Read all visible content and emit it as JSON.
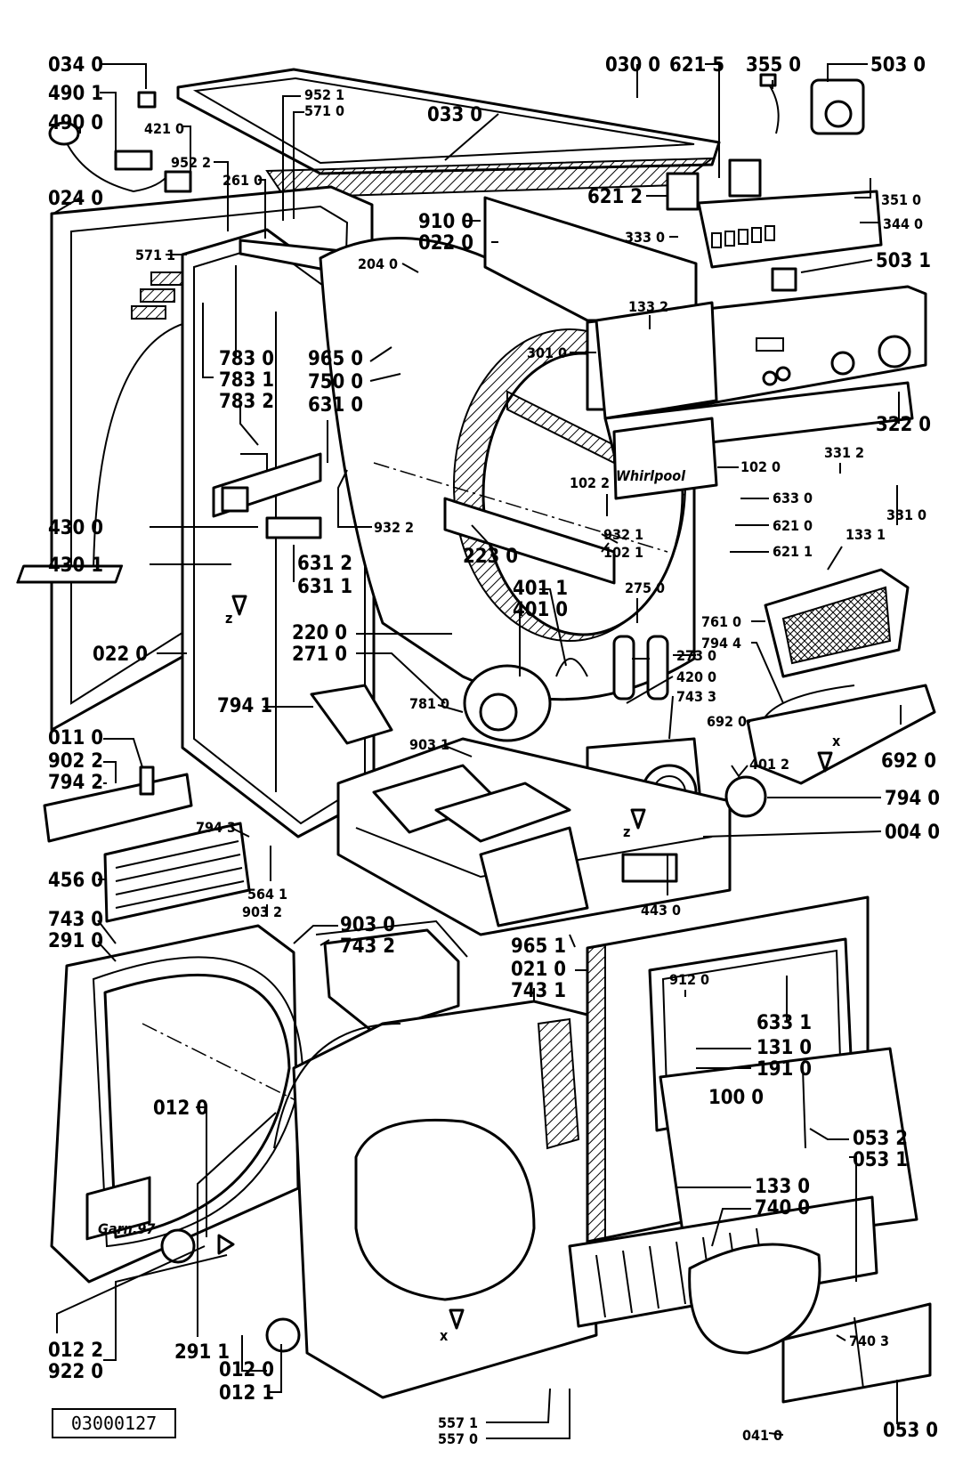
{
  "drawing_code": "03000127",
  "brand_text": "Whirlpool",
  "stamp_text": "Garn.97",
  "markers": {
    "x": "x",
    "z": "z"
  },
  "labels": [
    {
      "id": "0340",
      "text": "034 0"
    },
    {
      "id": "4901",
      "text": "490 1"
    },
    {
      "id": "4900",
      "text": "490 0"
    },
    {
      "id": "0240",
      "text": "024 0"
    },
    {
      "id": "4210",
      "text": "421 0"
    },
    {
      "id": "9522",
      "text": "952 2"
    },
    {
      "id": "2610",
      "text": "261 0"
    },
    {
      "id": "9521",
      "text": "952 1"
    },
    {
      "id": "5710a",
      "text": "571 0"
    },
    {
      "id": "5711",
      "text": "571 1"
    },
    {
      "id": "0330",
      "text": "033 0"
    },
    {
      "id": "0300",
      "text": "030 0"
    },
    {
      "id": "6215",
      "text": "621 5"
    },
    {
      "id": "3550",
      "text": "355 0"
    },
    {
      "id": "5030",
      "text": "503 0"
    },
    {
      "id": "3510",
      "text": "351 0"
    },
    {
      "id": "6212",
      "text": "621 2"
    },
    {
      "id": "3440",
      "text": "344 0"
    },
    {
      "id": "9100",
      "text": "910 0"
    },
    {
      "id": "0220a",
      "text": "022 0"
    },
    {
      "id": "3330",
      "text": "333 0"
    },
    {
      "id": "5031",
      "text": "503 1"
    },
    {
      "id": "2040",
      "text": "204 0"
    },
    {
      "id": "1332",
      "text": "133 2"
    },
    {
      "id": "3010",
      "text": "301 0"
    },
    {
      "id": "7830",
      "text": "783 0"
    },
    {
      "id": "7831",
      "text": "783 1"
    },
    {
      "id": "7832",
      "text": "783 2"
    },
    {
      "id": "9650",
      "text": "965 0"
    },
    {
      "id": "7500",
      "text": "750 0"
    },
    {
      "id": "6310",
      "text": "631 0"
    },
    {
      "id": "3220",
      "text": "322 0"
    },
    {
      "id": "3312",
      "text": "331 2"
    },
    {
      "id": "1020",
      "text": "102 0"
    },
    {
      "id": "1022",
      "text": "102 2"
    },
    {
      "id": "3310",
      "text": "331 0"
    },
    {
      "id": "6330",
      "text": "633 0"
    },
    {
      "id": "6210",
      "text": "621 0"
    },
    {
      "id": "9322",
      "text": "932 2"
    },
    {
      "id": "9321",
      "text": "932 1"
    },
    {
      "id": "1021",
      "text": "102 1"
    },
    {
      "id": "6211",
      "text": "621 1"
    },
    {
      "id": "1331",
      "text": "133 1"
    },
    {
      "id": "4300",
      "text": "430 0"
    },
    {
      "id": "4301",
      "text": "430 1"
    },
    {
      "id": "2230",
      "text": "223 0"
    },
    {
      "id": "6312",
      "text": "631 2"
    },
    {
      "id": "6311",
      "text": "631 1"
    },
    {
      "id": "4011",
      "text": "401 1"
    },
    {
      "id": "4010",
      "text": "401 0"
    },
    {
      "id": "2750",
      "text": "275 0"
    },
    {
      "id": "2200",
      "text": "220 0"
    },
    {
      "id": "2710",
      "text": "271 0"
    },
    {
      "id": "0220b",
      "text": "022 0"
    },
    {
      "id": "7610",
      "text": "761 0"
    },
    {
      "id": "7944",
      "text": "794 4"
    },
    {
      "id": "2730",
      "text": "273 0"
    },
    {
      "id": "4200",
      "text": "420 0"
    },
    {
      "id": "7433",
      "text": "743 3"
    },
    {
      "id": "7941",
      "text": "794 1"
    },
    {
      "id": "7810",
      "text": "781 0"
    },
    {
      "id": "6920a",
      "text": "692 0"
    },
    {
      "id": "6920b",
      "text": "692 0"
    },
    {
      "id": "0110",
      "text": "011 0"
    },
    {
      "id": "9022",
      "text": "902 2"
    },
    {
      "id": "7942",
      "text": "794 2"
    },
    {
      "id": "9031",
      "text": "903 1"
    },
    {
      "id": "4012",
      "text": "401 2"
    },
    {
      "id": "7940",
      "text": "794 0"
    },
    {
      "id": "7943",
      "text": "794 3"
    },
    {
      "id": "0040",
      "text": "004 0"
    },
    {
      "id": "4560",
      "text": "456 0"
    },
    {
      "id": "5641",
      "text": "564 1"
    },
    {
      "id": "9032",
      "text": "903 2"
    },
    {
      "id": "4430",
      "text": "443 0"
    },
    {
      "id": "9030",
      "text": "903 0"
    },
    {
      "id": "7430",
      "text": "743 0"
    },
    {
      "id": "7432",
      "text": "743 2"
    },
    {
      "id": "2910",
      "text": "291 0"
    },
    {
      "id": "9651",
      "text": "965 1"
    },
    {
      "id": "0210",
      "text": "021 0"
    },
    {
      "id": "7431",
      "text": "743 1"
    },
    {
      "id": "9120",
      "text": "912 0"
    },
    {
      "id": "6331",
      "text": "633 1"
    },
    {
      "id": "1310",
      "text": "131 0"
    },
    {
      "id": "1910",
      "text": "191 0"
    },
    {
      "id": "1000",
      "text": "100 0"
    },
    {
      "id": "0120a",
      "text": "012 0"
    },
    {
      "id": "0532",
      "text": "053 2"
    },
    {
      "id": "0531",
      "text": "053 1"
    },
    {
      "id": "1330",
      "text": "133 0"
    },
    {
      "id": "7400",
      "text": "740 0"
    },
    {
      "id": "7403",
      "text": "740 3"
    },
    {
      "id": "0122",
      "text": "012 2"
    },
    {
      "id": "9220",
      "text": "922 0"
    },
    {
      "id": "2911",
      "text": "291 1"
    },
    {
      "id": "0120b",
      "text": "012 0"
    },
    {
      "id": "0121",
      "text": "012 1"
    },
    {
      "id": "5571",
      "text": "557 1"
    },
    {
      "id": "5570",
      "text": "557 0"
    },
    {
      "id": "0410",
      "text": "041 0"
    },
    {
      "id": "0530",
      "text": "053 0"
    }
  ]
}
